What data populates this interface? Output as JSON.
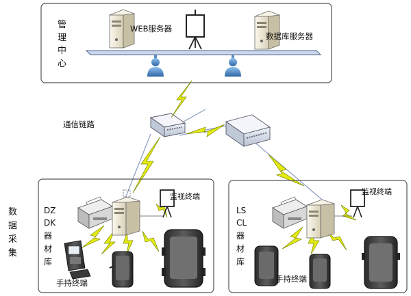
{
  "management": {
    "label_chars": [
      "管",
      "理",
      "中",
      "心"
    ],
    "web_server": "WEB服务器",
    "db_server": "数据库服务器"
  },
  "link": {
    "label": "通信链路"
  },
  "data_collection": {
    "label_chars": [
      "数",
      "据",
      "采",
      "集"
    ]
  },
  "site_left": {
    "label_chars": [
      "DZ",
      "DK",
      "器",
      "材",
      "库"
    ],
    "monitor": "监视终端",
    "handheld": "手持终端"
  },
  "site_right": {
    "label_chars": [
      "LS",
      "CL",
      "器",
      "材",
      "库"
    ],
    "monitor": "监视终端",
    "handheld": "手持终端"
  },
  "colors": {
    "lightning": "#e6ea10",
    "lightning_stroke": "#7a8a00",
    "link_line": "#8a9cc0",
    "bus_fill": "#c9d6ec",
    "server_body": "#ece6d2",
    "person_fill": "#5a8fc8"
  }
}
